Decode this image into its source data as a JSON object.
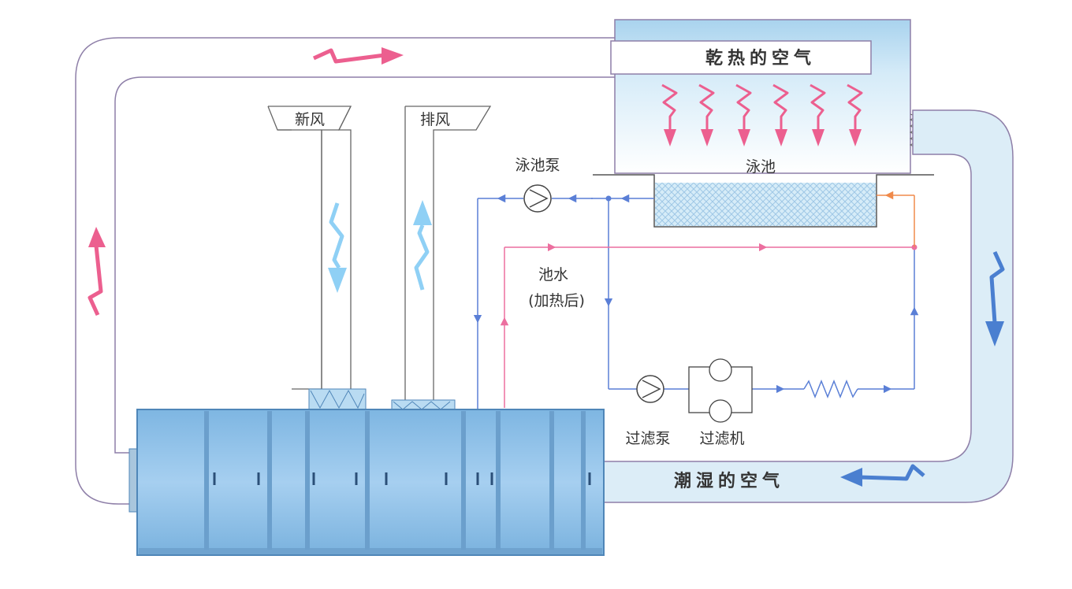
{
  "labels": {
    "dry_hot_air": "乾热的空气",
    "fresh_air": "新风",
    "exhaust_air": "排风",
    "pool_pump": "泳池泵",
    "pool": "泳池",
    "pool_water": "池水",
    "heated_note": "(加热后)",
    "filter_pump": "过滤泵",
    "filter_machine": "过滤机",
    "humid_air": "潮湿的空气"
  },
  "colors": {
    "duct_outline": "#8e7fa8",
    "humid_duct_fill": "#dcedf7",
    "pool_room_fill": "#b7d9ee",
    "water_fill": "#cfe7f5",
    "heat_arrow": "#ec5f8f",
    "cold_pipe": "#5a7fd6",
    "hot_pipe": "#ec6f9f",
    "orange_pipe": "#f08a4b",
    "air_handler_fill": "#8ec1e6",
    "air_handler_edge": "#4f86b8",
    "blue_arrow": "#4a7fd0",
    "light_blue_arrow": "#8fd0f5"
  }
}
